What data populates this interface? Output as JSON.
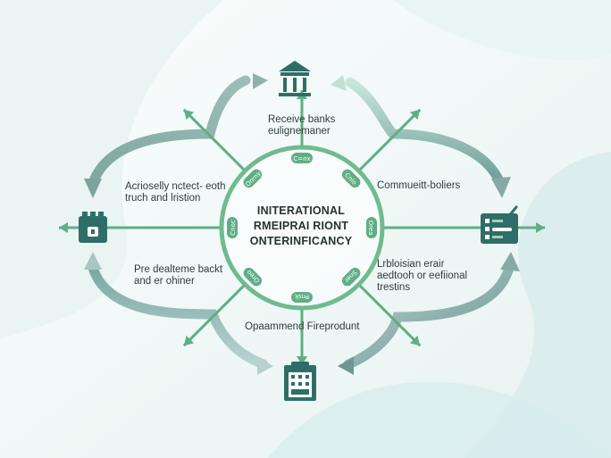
{
  "center": {
    "lines": [
      "INITERATIONAL",
      "RMEIPRAI RIONT",
      "ONTERINFICANCY"
    ]
  },
  "labels": {
    "top": [
      "Receive banks",
      "eulignemaner"
    ],
    "left_top": [
      "Acrioselly nctect- eoth",
      "truch and lristion"
    ],
    "right_top": [
      "Commueitt-boliers"
    ],
    "left_bottom": [
      "Pre dealteme backt",
      "and er ohiner"
    ],
    "right_bottom": [
      "Lrbloisian erair",
      "aedtooh or eefiional",
      "trestins"
    ],
    "bottom": [
      "Opaammend Fireprodunt"
    ]
  },
  "spoke_tags": [
    "C=nx",
    "Cnlo",
    "Orea",
    "Sner",
    "Pnsk",
    "Oreo",
    "Cnoc",
    "Onmy"
  ],
  "icons": {
    "top": "bank-icon",
    "left": "wallet-icon",
    "right": "checklist-icon",
    "bottom": "document-building-icon"
  },
  "colors": {
    "accent_green": "#5fae86",
    "dark_teal": "#2f6e68",
    "arrow_gray": "#8fb0b0",
    "arrow_light": "#c5e3d8"
  }
}
